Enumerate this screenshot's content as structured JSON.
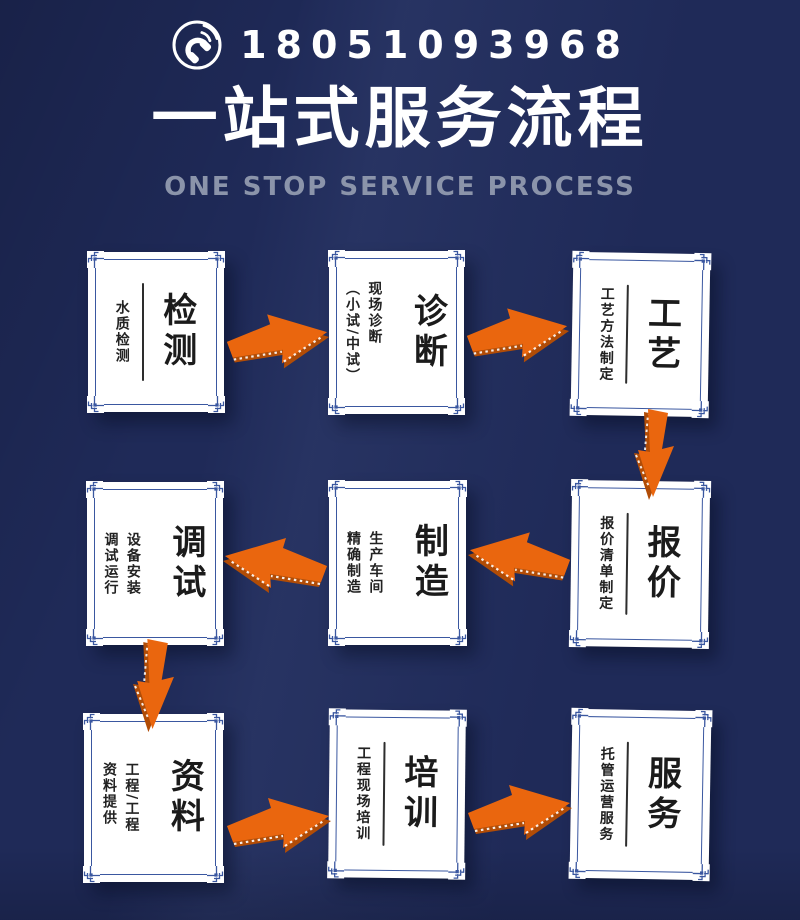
{
  "page": {
    "background_color": "#1f2a58",
    "arrow_color": "#ea660e",
    "card_border_color": "#3a57a0",
    "subtitle_color": "#8b94aa"
  },
  "header": {
    "phone_icon": "phone-in-circle-icon",
    "phone_number": "18051093968",
    "title": "一站式服务流程",
    "subtitle": "ONE STOP SERVICE PROCESS"
  },
  "cards": [
    {
      "title": "检测",
      "desc": [
        "水质检测"
      ]
    },
    {
      "title": "诊断",
      "desc": [
        "现场诊断",
        "（小试/中试）"
      ]
    },
    {
      "title": "工艺",
      "desc": [
        "工艺方法制定"
      ]
    },
    {
      "title": "调试",
      "desc": [
        "设备安装",
        "调试运行"
      ]
    },
    {
      "title": "制造",
      "desc": [
        "生产车间",
        "精确制造"
      ]
    },
    {
      "title": "报价",
      "desc": [
        "报价清单制定"
      ]
    },
    {
      "title": "资料",
      "desc": [
        "工程/工程",
        "资料提供"
      ]
    },
    {
      "title": "培训",
      "desc": [
        "工程现场培训"
      ]
    },
    {
      "title": "服务",
      "desc": [
        "托管运营服务"
      ]
    }
  ],
  "flow": {
    "sequence": [
      "检测",
      "诊断",
      "工艺",
      "报价",
      "制造",
      "调试",
      "资料",
      "培训",
      "服务"
    ]
  }
}
